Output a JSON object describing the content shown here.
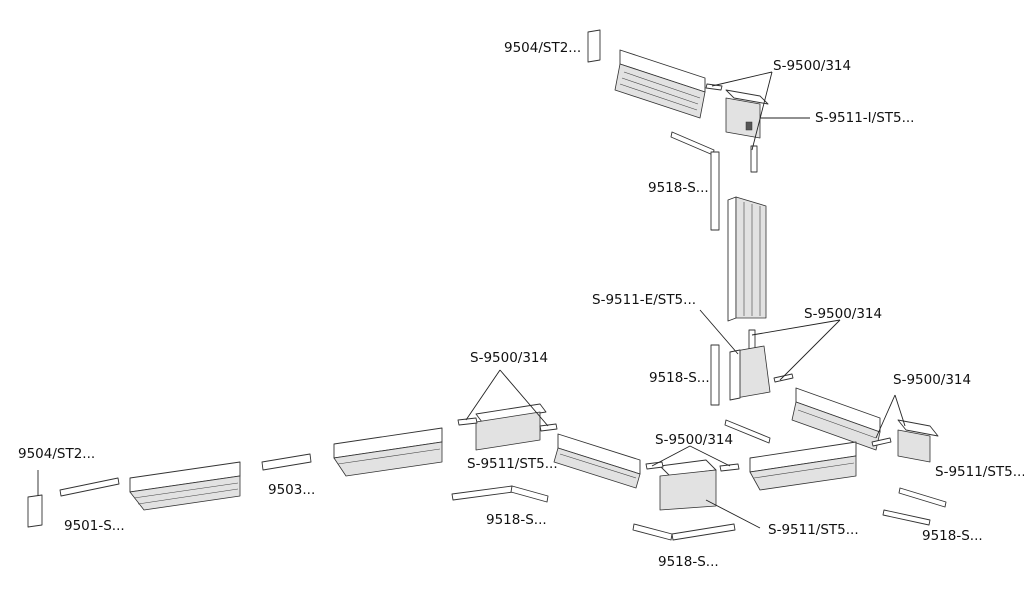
{
  "diagram": {
    "labels": [
      {
        "id": "l01",
        "text": "9504/ST2..."
      },
      {
        "id": "l02",
        "text": "S-9500/314"
      },
      {
        "id": "l03",
        "text": "S-9511-I/ST5..."
      },
      {
        "id": "l04",
        "text": "9518-S..."
      },
      {
        "id": "l05",
        "text": "S-9511-E/ST5..."
      },
      {
        "id": "l06",
        "text": "S-9500/314"
      },
      {
        "id": "l07",
        "text": "9518-S..."
      },
      {
        "id": "l08",
        "text": "S-9500/314"
      },
      {
        "id": "l09",
        "text": "S-9500/314"
      },
      {
        "id": "l10",
        "text": "S-9511/ST5..."
      },
      {
        "id": "l11",
        "text": "9504/ST2..."
      },
      {
        "id": "l12",
        "text": "9503..."
      },
      {
        "id": "l13",
        "text": "9501-S..."
      },
      {
        "id": "l14",
        "text": "S-9500/314"
      },
      {
        "id": "l15",
        "text": "S-9511/ST5..."
      },
      {
        "id": "l16",
        "text": "9518-S..."
      },
      {
        "id": "l17",
        "text": "S-9511/ST5..."
      },
      {
        "id": "l18",
        "text": "9518-S..."
      },
      {
        "id": "l19",
        "text": "9518-S..."
      }
    ],
    "colors": {
      "stroke": "#333333",
      "text": "#111111",
      "fill": "#e2e2e2"
    }
  }
}
